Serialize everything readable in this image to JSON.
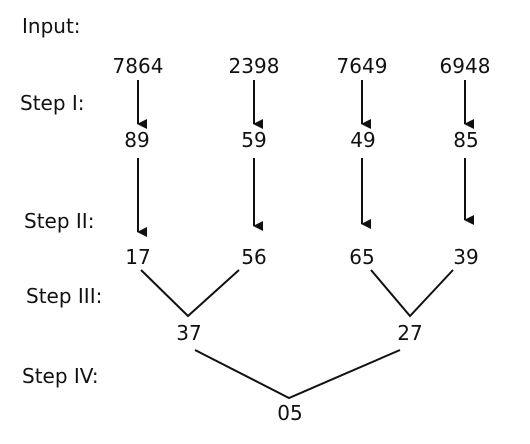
{
  "labels": {
    "input": "Input:",
    "step1": "Step I:",
    "step2": "Step II:",
    "step3": "Step III:",
    "step4": "Step IV:"
  },
  "input_row": [
    "7864",
    "2398",
    "7649",
    "6948"
  ],
  "step1_row": [
    "89",
    "59",
    "49",
    "85"
  ],
  "step2_row": [
    "17",
    "56",
    "65",
    "39"
  ],
  "step3_row": [
    "37",
    "27"
  ],
  "step4_row": [
    "05"
  ],
  "colors": {
    "ink": "#111111"
  }
}
